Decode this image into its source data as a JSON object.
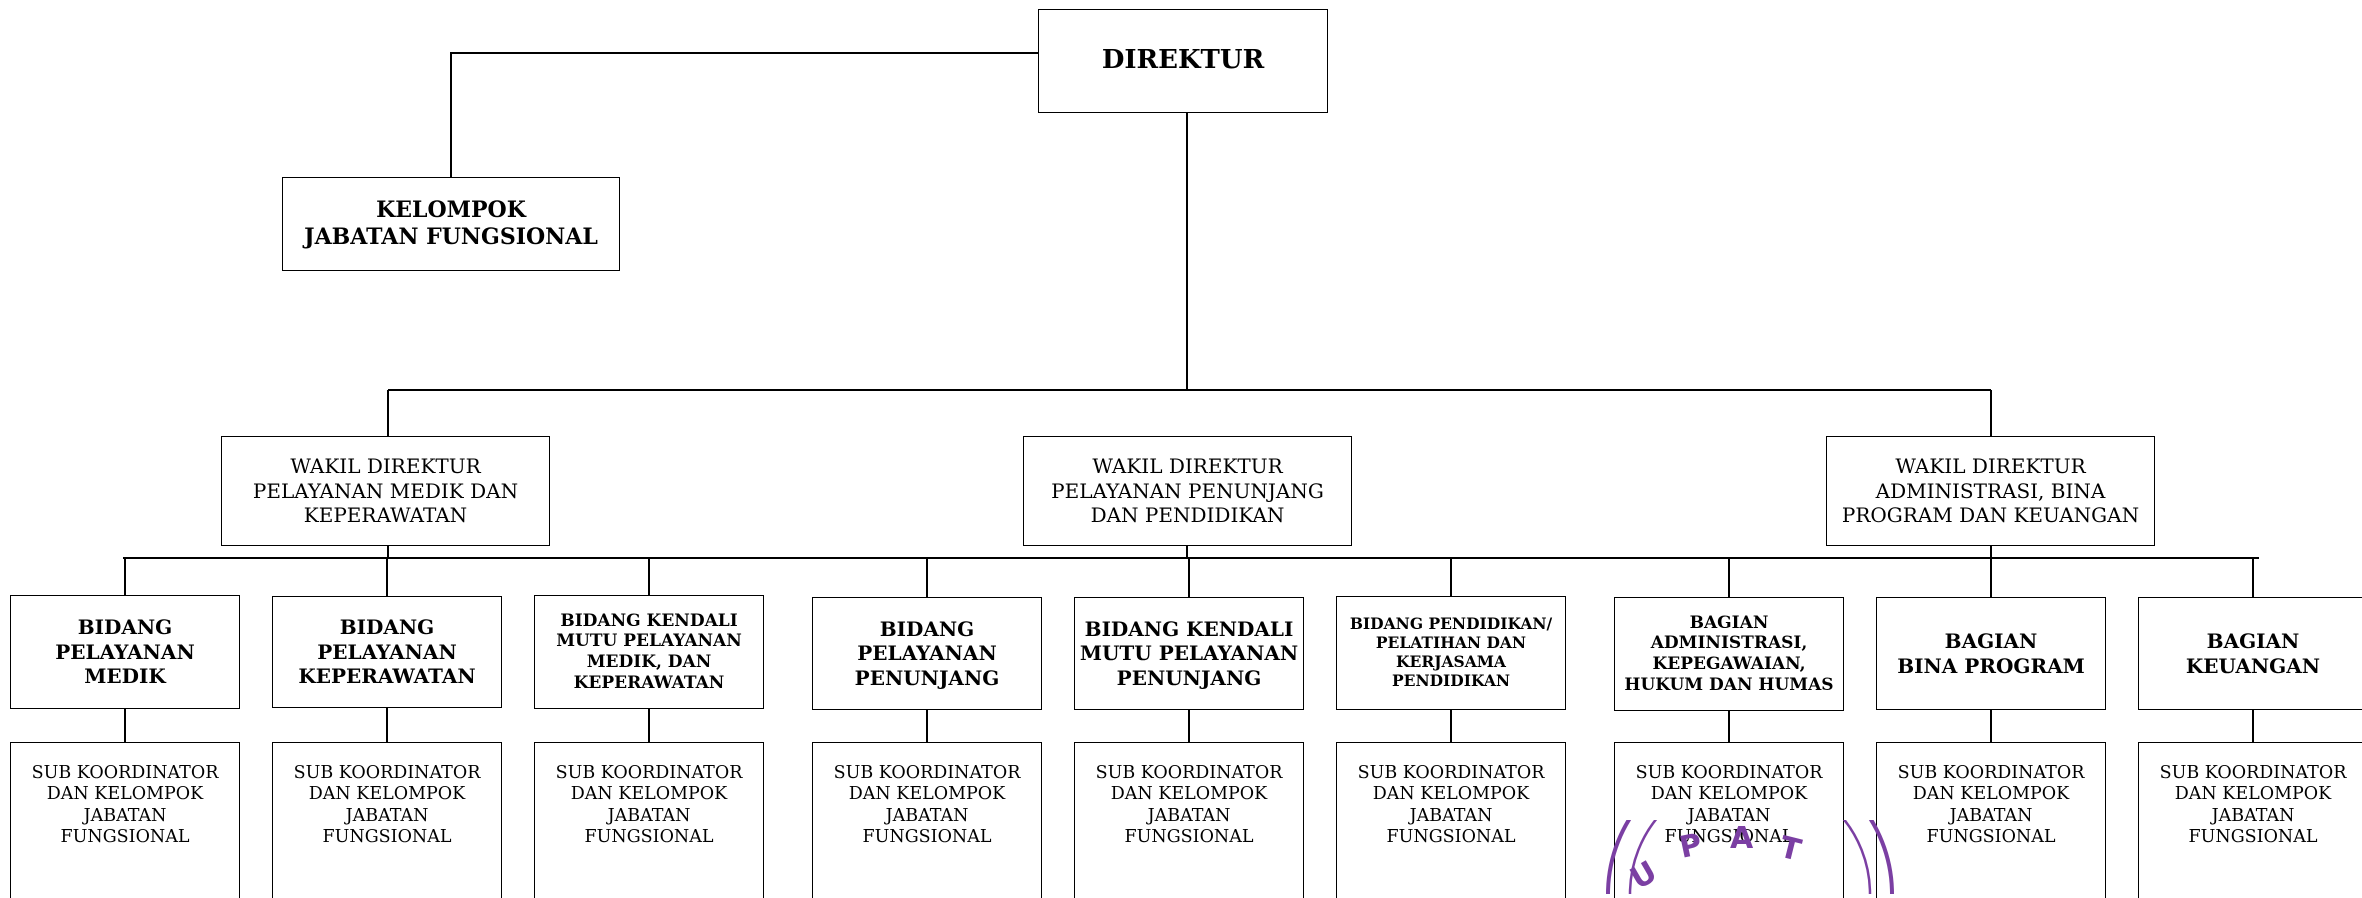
{
  "director": "DIREKTUR",
  "functional_group": [
    "KELOMPOK",
    "JABATAN FUNGSIONAL"
  ],
  "deputies": [
    {
      "lines": [
        "WAKIL DIREKTUR",
        "PELAYANAN MEDIK DAN",
        "KEPERAWATAN"
      ]
    },
    {
      "lines": [
        "WAKIL DIREKTUR",
        "PELAYANAN PENUNJANG",
        "DAN PENDIDIKAN"
      ]
    },
    {
      "lines": [
        "WAKIL DIREKTUR",
        "ADMINISTRASI, BINA",
        "PROGRAM DAN KEUANGAN"
      ]
    }
  ],
  "units": [
    {
      "lines": [
        "BIDANG",
        "PELAYANAN",
        "MEDIK"
      ]
    },
    {
      "lines": [
        "BIDANG",
        "PELAYANAN",
        "KEPERAWATAN"
      ]
    },
    {
      "lines": [
        "BIDANG KENDALI",
        "MUTU PELAYANAN",
        "MEDIK, DAN",
        "KEPERAWATAN"
      ]
    },
    {
      "lines": [
        "BIDANG",
        "PELAYANAN",
        "PENUNJANG"
      ]
    },
    {
      "lines": [
        "BIDANG KENDALI",
        "MUTU PELAYANAN",
        "PENUNJANG"
      ]
    },
    {
      "lines": [
        "BIDANG PENDIDIKAN/",
        "PELATIHAN DAN",
        "KERJASAMA",
        "PENDIDIKAN"
      ]
    },
    {
      "lines": [
        "BAGIAN",
        "ADMINISTRASI,",
        "KEPEGAWAIAN,",
        "HUKUM DAN HUMAS"
      ]
    },
    {
      "lines": [
        "BAGIAN",
        "BINA PROGRAM"
      ]
    },
    {
      "lines": [
        "BAGIAN",
        "KEUANGAN"
      ]
    }
  ],
  "sub_unit": [
    "SUB KOORDINATOR",
    "DAN KELOMPOK",
    "JABATAN",
    "FUNGSIONAL"
  ],
  "stamp": {
    "text": "UPAT",
    "color": "#7b3fa3"
  }
}
